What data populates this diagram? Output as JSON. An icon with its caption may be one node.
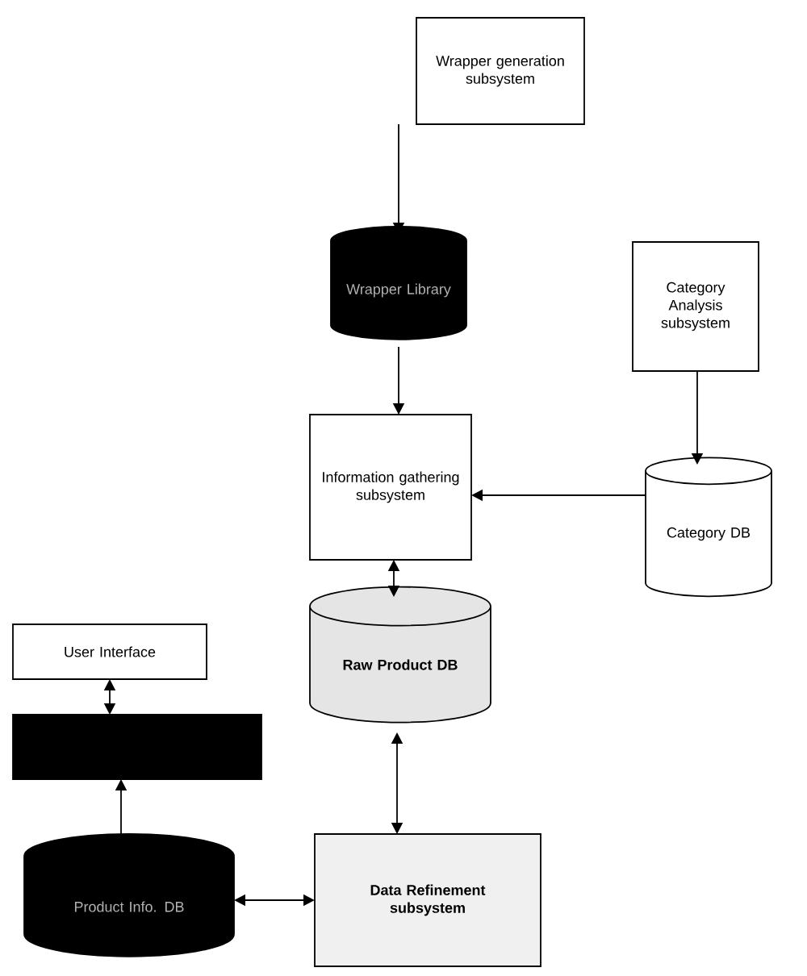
{
  "diagram": {
    "nodes": [
      {
        "text": [
          "Wrapper generation subsystem"
        ]
      },
      {
        "text": [
          "Wrapper Library"
        ]
      },
      {
        "text": [
          "Category Analysis subsystem"
        ]
      },
      {
        "text": [
          "Information gathering subsystem"
        ]
      },
      {
        "text": [
          "Category DB"
        ]
      },
      {
        "text": [
          "User Interface"
        ]
      },
      {
        "text": [],
        "shape": "box"
      },
      {
        "text": [
          "Raw Product DB"
        ]
      },
      {
        "text": [
          "Product Info. DB"
        ]
      },
      {
        "text": [
          "Data Refinement subsystem"
        ]
      }
    ],
    "edges": [
      {
        "from": 0,
        "to": 1,
        "arrow": "to"
      },
      {
        "from": 1,
        "to": 3,
        "arrow": "to"
      },
      {
        "from": 2,
        "to": 4,
        "arrow": "to"
      },
      {
        "from": 4,
        "to": 3,
        "arrow": "to"
      },
      {
        "from": 3,
        "to": 7,
        "arrow": "both"
      },
      {
        "from": 5,
        "to": 6,
        "arrow": "both"
      },
      {
        "from": 8,
        "to": 6,
        "arrow": "to"
      },
      {
        "from": 7,
        "to": 9,
        "arrow": "both"
      },
      {
        "from": 8,
        "to": 9,
        "arrow": "both"
      }
    ]
  }
}
